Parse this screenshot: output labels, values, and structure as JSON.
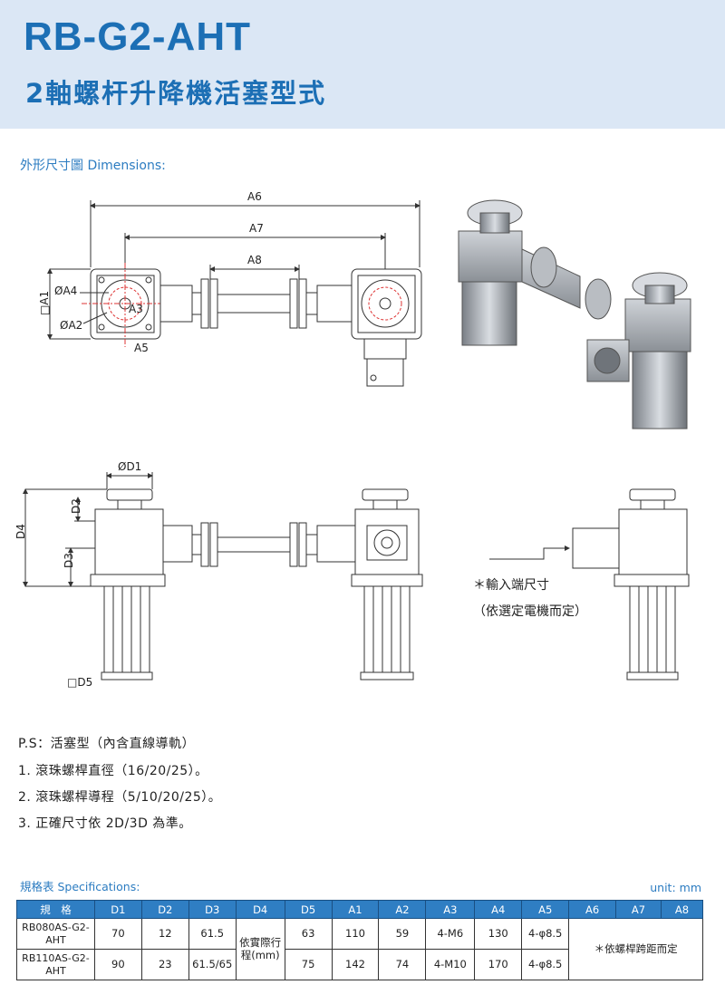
{
  "header": {
    "title": "RB-G2-AHT",
    "subtitle": "2軸螺杆升降機活塞型式"
  },
  "dimensions_label": "外形尺寸圖 Dimensions:",
  "drawing_labels": {
    "A6": "A6",
    "A7": "A7",
    "A8": "A8",
    "A1": "□A1",
    "A4": "ØA4",
    "A2": "ØA2",
    "A3": "A3",
    "A5": "A5",
    "D1": "ØD1",
    "D2": "D2",
    "D3": "D3",
    "D4": "D4",
    "D5": "□D5"
  },
  "input_note": {
    "line1": "＊輸入端尺寸",
    "line2": "（依選定電機而定）"
  },
  "notes": [
    "P.S：活塞型（內含直線導軌）",
    "1. 滾珠螺桿直徑（16/20/25）。",
    "2. 滾珠螺桿導程（5/10/20/25）。",
    "3. 正確尺寸依 2D/3D 為準。"
  ],
  "spec": {
    "label": "規格表 Specifications:",
    "unit": "unit: mm",
    "headers": [
      "規　格",
      "D1",
      "D2",
      "D3",
      "D4",
      "D5",
      "A1",
      "A2",
      "A3",
      "A4",
      "A5",
      "A6",
      "A7",
      "A8"
    ],
    "rows": [
      {
        "model": "RB080AS-G2-AHT",
        "D1": "70",
        "D2": "12",
        "D3": "61.5",
        "D5": "63",
        "A1": "110",
        "A2": "59",
        "A3": "4-M6",
        "A4": "130",
        "A5": "4-φ8.5"
      },
      {
        "model": "RB110AS-G2-AHT",
        "D1": "90",
        "D2": "23",
        "D3": "61.5/65",
        "D5": "75",
        "A1": "142",
        "A2": "74",
        "A3": "4-M10",
        "A4": "170",
        "A5": "4-φ8.5"
      }
    ],
    "d4_merged": "依實際行程(mm)",
    "a678_merged": "＊依螺桿跨距而定"
  }
}
